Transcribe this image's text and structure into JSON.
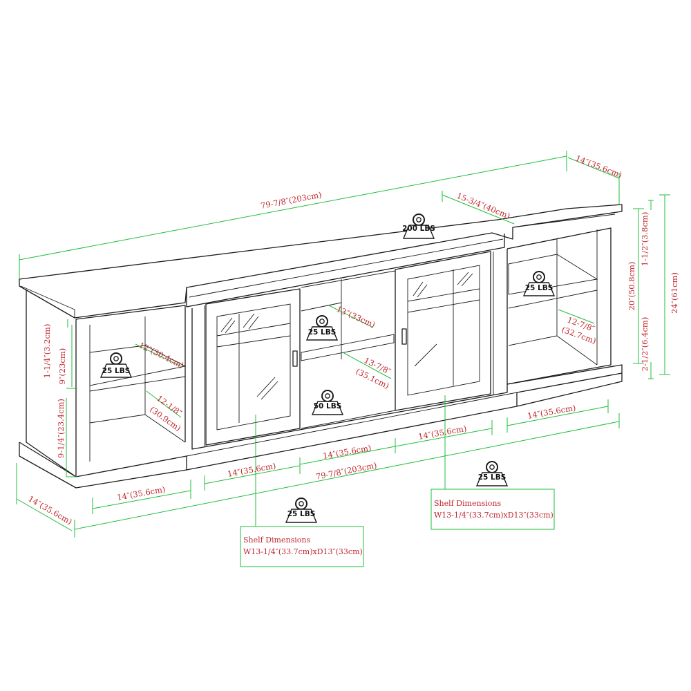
{
  "overall": {
    "width_top": "79-7/8″(203cm)",
    "width_bottom": "79-7/8″(203cm)",
    "depth_top": "14″(35.6cm)",
    "depth_bottom": "14″(35.6cm)",
    "height_total": "24″(61cm)",
    "height_cabinets": "20″(50.8cm)",
    "top_thickness": "1-1/2″(3.8cm)",
    "base_height": "2-1/2″(6.4cm)"
  },
  "center_section": {
    "depth": "15-3/4″(40cm)",
    "top_weight": "200 LBS",
    "shelf_width": "13″(33cm)",
    "shelf_depth_l1": "13-7/8″",
    "shelf_depth_l2": "(35.1cm)",
    "shelf_weight": "25 LBS",
    "bottom_weight": "50 LBS",
    "door_left_width": "14″(35.6cm)",
    "middle_width": "14″(35.6cm)",
    "door_right_width": "14″(35.6cm)",
    "cabinet_weight": "25 LBS"
  },
  "left_section": {
    "shelf_width": "12″(30.4cm)",
    "shelf_weight": "25 LBS",
    "depth_l1": "12-1/8″",
    "depth_l2": "(30.9cm)",
    "gap_top": "1-1/4″(3.2cm)",
    "upper_height": "9″(23cm)",
    "lower_height": "9-1/4″(23.4cm)",
    "width": "14″(35.6cm)"
  },
  "right_section": {
    "shelf_weight": "25 LBS",
    "depth_l1": "12-7/8″",
    "depth_l2": "(32.7cm)",
    "width": "14″(35.6cm)",
    "cabinet_weight": "25 LBS"
  },
  "notes": {
    "left_title": "Shelf Dimensions",
    "left_text": "W13-1/4″(33.7cm)xD13″(33cm)",
    "right_title": "Shelf Dimensions",
    "right_text": "W13-1/4″(33.7cm)xD13″(33cm)"
  },
  "colors": {
    "dimension_line": "#1fbf3a",
    "dimension_text": "#c0272d",
    "furniture_line": "#1a1a1a"
  }
}
